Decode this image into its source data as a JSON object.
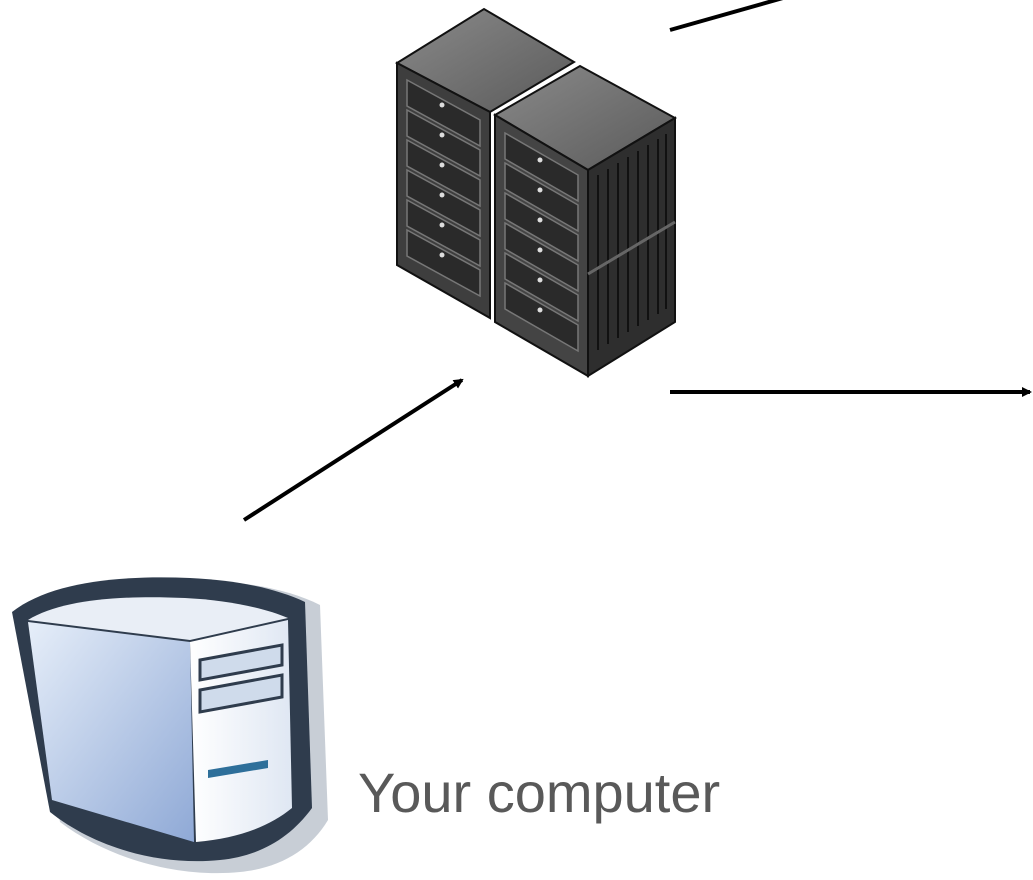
{
  "diagram": {
    "computer_label": "Your computer",
    "nodes": [
      {
        "name": "server-rack",
        "icon": "server-rack-icon"
      },
      {
        "name": "your-computer",
        "icon": "desktop-computer-icon"
      }
    ],
    "edges": [
      {
        "from": "your-computer",
        "to": "server-rack",
        "direction": "up-right"
      },
      {
        "from": "server-rack",
        "to": "offscreen-right",
        "direction": "right"
      },
      {
        "from": "server-rack",
        "to": "offscreen-top-right",
        "direction": "up-right"
      }
    ],
    "colors": {
      "arrow": "#000000",
      "label": "#595959",
      "rack_body": "#4a4a4a",
      "computer_body": "#c9d7ec"
    }
  }
}
